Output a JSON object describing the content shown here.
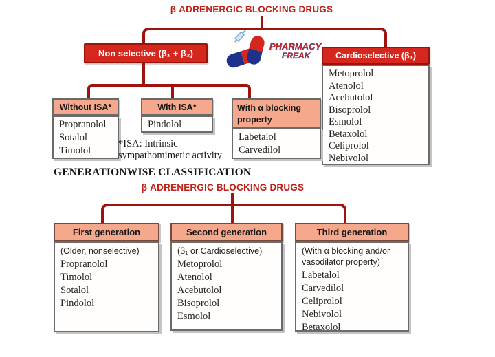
{
  "colors": {
    "accent_red": "#d5271d",
    "connector_dark_red": "#9e130e",
    "title_red": "#bf2118",
    "salmon_header": "#f6a88c",
    "logo_blue": "#20318c",
    "text": "#1c1c1c"
  },
  "top_diagram": {
    "title": "β ADRENERGIC BLOCKING DRUGS",
    "non_selective": {
      "label": "Non selective (β₁ + β₂)",
      "children": [
        {
          "header": "Without ISA*",
          "drugs": [
            "Propranolol",
            "Sotalol",
            "Timolol"
          ]
        },
        {
          "header": "With ISA*",
          "drugs": [
            "Pindolol"
          ]
        },
        {
          "header": "With α blocking property",
          "drugs": [
            "Labetalol",
            "Carvedilol"
          ]
        }
      ]
    },
    "cardioselective": {
      "header": "Cardioselective (β₁)",
      "drugs": [
        "Metoprolol",
        "Atenolol",
        "Acebutolol",
        "Bisoprolol",
        "Esmolol",
        "Betaxolol",
        "Celiprolol",
        "Nebivolol"
      ]
    },
    "isa_note": "*ISA: Intrinsic sympathomimetic activity"
  },
  "section_heading": "GENERATIONWISE CLASSIFICATION",
  "generation_diagram": {
    "title": "β ADRENERGIC BLOCKING DRUGS",
    "generations": [
      {
        "header": "First generation",
        "subtitle": "(Older, nonselective)",
        "drugs": [
          "Propranolol",
          "Timolol",
          "Sotalol",
          "Pindolol"
        ]
      },
      {
        "header": "Second generation",
        "subtitle": "(β₁ or Cardioselective)",
        "drugs": [
          "Metoprolol",
          "Atenolol",
          "Acebutolol",
          "Bisoprolol",
          "Esmolol"
        ]
      },
      {
        "header": "Third generation",
        "subtitle": "(With α blocking and/or vasodilator property)",
        "drugs": [
          "Labetalol",
          "Carvedilol",
          "Celiprolol",
          "Nebivolol",
          "Betaxolol"
        ]
      }
    ]
  },
  "logo": {
    "line1": "PHARMACY",
    "line2": "FREAK"
  }
}
